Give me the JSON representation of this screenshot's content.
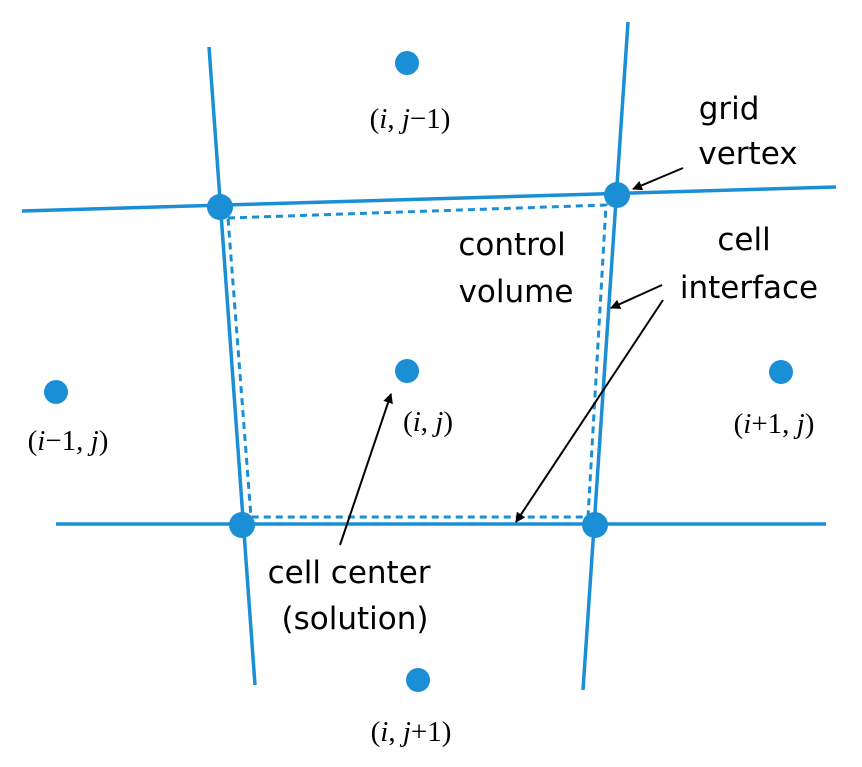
{
  "colors": {
    "grid": "#1b8fd6",
    "text": "#000000"
  },
  "labels": {
    "grid_vertex": [
      "grid",
      "vertex"
    ],
    "control_volume": [
      "control",
      "volume"
    ],
    "cell_interface": [
      "cell",
      "interface"
    ],
    "cell_center": [
      "cell center",
      "(solution)"
    ]
  },
  "cells": {
    "top": {
      "open": "(",
      "i": "i",
      "comma": ", ",
      "j": "j",
      "offset": "−1",
      "close": ")"
    },
    "center": {
      "open": "(",
      "i": "i",
      "comma": ", ",
      "j": "j",
      "offset": "",
      "close": ")"
    },
    "left": {
      "open": "(",
      "i": "i",
      "ioffset": "−1",
      "comma": ", ",
      "j": "j",
      "close": ")"
    },
    "right": {
      "open": "(",
      "i": "i",
      "ioffset": "+1",
      "comma": ", ",
      "j": "j",
      "close": ")"
    },
    "bottom": {
      "open": "(",
      "i": "i",
      "comma": ", ",
      "j": "j",
      "offset": "+1",
      "close": ")"
    }
  }
}
